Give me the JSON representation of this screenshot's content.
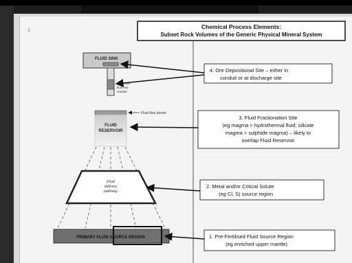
{
  "header": {
    "title": "Chemical Process Elements:",
    "subtitle": "Subset Rock Volumes of the Generic Physical Mineral System"
  },
  "diagram": {
    "fluid_sink": "FLUID SINK",
    "conduit_label_1": "Focussed",
    "conduit_label_2": "fluid exit",
    "conduit_label_3": "conduit",
    "barrier_label": "Fluid flow barrier",
    "reservoir_line1": "FLUID",
    "reservoir_line2": "RESERVOIR",
    "pathway_line1": "Fluid",
    "pathway_line2": "delivery",
    "pathway_line3": "pathway",
    "source_region": "PRIMARY FLUID SOURCE REGION"
  },
  "callouts": {
    "c4_line1": "4. Ore Depositional Site – either in",
    "c4_line2": "conduit or at discharge site",
    "c3_line1": "3. Fluid Fractionation Site",
    "c3_line2": "(eg magma > hydrothermal fluid; silicate",
    "c3_line3": "magma > sulphide magma) – likely to",
    "c3_line4": "overlap Fluid Reservoir",
    "c2_line1": "2.  Metal and/or Critical Solute",
    "c2_line2": "(eg Cl, S) source region",
    "c1_line1": "1.    Pre-Fertilised Fluid Source Region",
    "c1_line2": "(eg enriched upper mantle)"
  }
}
